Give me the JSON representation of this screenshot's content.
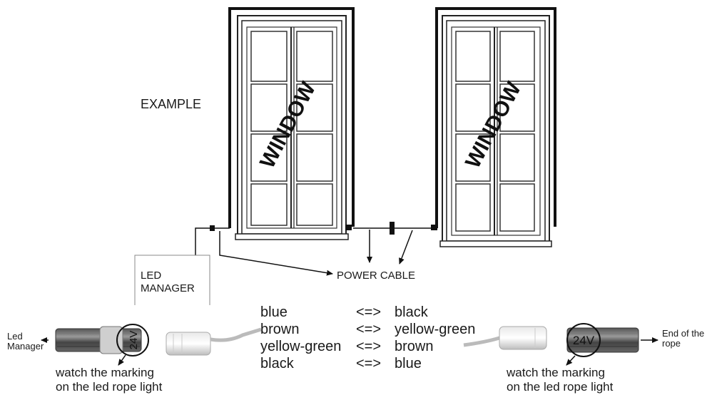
{
  "labels": {
    "example": "EXAMPLE",
    "window_left": "WINDOW",
    "window_right": "WINDOW",
    "led_manager_line1": "LED",
    "led_manager_line2": "MANAGER",
    "power_cable": "POWER CABLE",
    "led_manager_small_line1": "Led",
    "led_manager_small_line2": "Manager",
    "end_of_rope_line1": "End of the",
    "end_of_rope_line2": "rope",
    "marking_left": "24V",
    "marking_right": "24V",
    "watch_left_line1": "watch the marking",
    "watch_left_line2": "on the led rope light",
    "watch_right_line1": "watch the marking",
    "watch_right_line2": "on the led rope light"
  },
  "wiring": [
    {
      "from": "blue",
      "symbol": "<=>",
      "to": "black"
    },
    {
      "from": "brown",
      "symbol": "<=>",
      "to": "yellow-green"
    },
    {
      "from": "yellow-green",
      "symbol": "<=>",
      "to": "brown"
    },
    {
      "from": "black",
      "symbol": "<=>",
      "to": "blue"
    }
  ]
}
